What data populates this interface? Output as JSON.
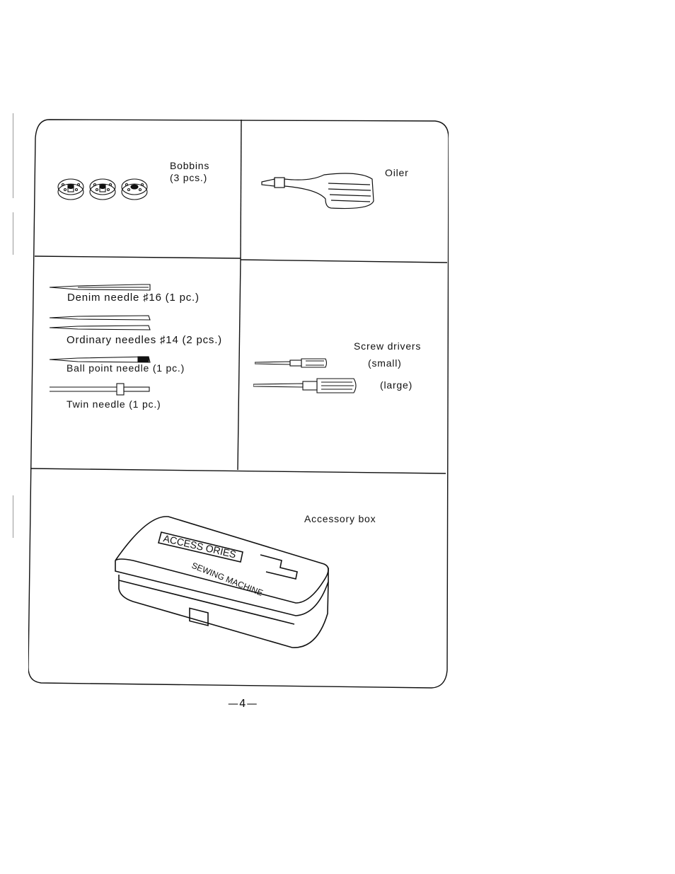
{
  "items": {
    "bobbins": {
      "name": "Bobbins",
      "qty": "(3 pcs.)"
    },
    "oiler": {
      "name": "Oiler"
    },
    "needles": [
      {
        "label": "Denim needle  ♯16  (1 pc.)",
        "icon": "denim-needle-icon"
      },
      {
        "label": "Ordinary needles  ♯14  (2 pcs.)",
        "icon": "ordinary-needles-icon"
      },
      {
        "label": "Ball point needle  (1 pc.)",
        "icon": "ball-point-needle-icon"
      },
      {
        "label": "Twin needle  (1 pc.)",
        "icon": "twin-needle-icon"
      }
    ],
    "screwdrivers": {
      "name": "Screw drivers",
      "small": "(small)",
      "large": "(large)"
    },
    "accessory_box": {
      "name": "Accessory box",
      "lid_text_1": "ACCESS ORIES",
      "lid_text_2": "SEWING MACHINE"
    }
  },
  "page_number": "—4—"
}
